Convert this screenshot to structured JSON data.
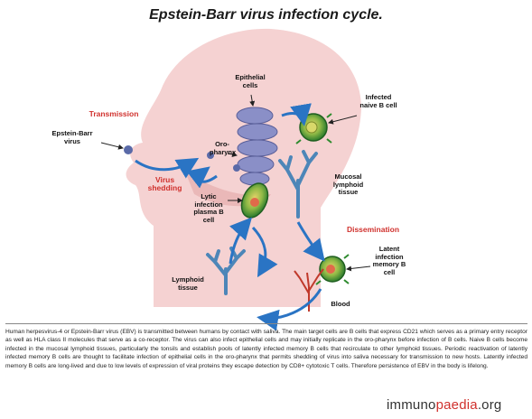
{
  "title": "Epstein-Barr virus infection cycle.",
  "labels": {
    "transmission": "Transmission",
    "epstein_barr_virus": "Epstein-Barr virus",
    "epithelial_cells": "Epithelial cells",
    "oro_pharynx": "Oro-pharynx",
    "infected_naive_b_cell": "Infected naive B cell",
    "mucosal_lymphoid_tissue": "Mucosal lymphoid tissue",
    "virus_shedding": "Virus shedding",
    "lytic_infection_plasma_b_cell": "Lytic infection plasma B cell",
    "dissemination": "Dissemination",
    "latent_infection_memory_b_cell": "Latent infection memory B cell",
    "lymphoid_tissue": "Lymphoid tissue",
    "blood": "Blood"
  },
  "caption": "Human herpesvirus-4 or Epstein-Barr virus (EBV) is transmitted between humans by contact with saliva. The main target cells are B cells that express CD21 which serves as a primary entry receptor as well as HLA class II molecules that serve as a co-receptor. The virus can also infect epithelial cells and may initially replicate in the oro-pharynx before infection of B cells. Naive B cells become infected in the mucosal lymphoid tissues, particularly the tonsils and establish pools of latently infected memory B cells that recirculate to other lymphoid tissues. Periodic reactivation of latently infected memory B cells are thought to facilitate infection of epithelial cells in the oro-pharynx that permits shedding of virus into saliva necessary for transmission to new hosts. Latently infected memory B cells are long-lived and due to low levels of expression of viral proteins they escape detection by CD8+ cytotoxic T cells. Therefore persistence of EBV in the body is lifelong.",
  "brand": {
    "prefix": "immuno",
    "accent": "paedia",
    "suffix": ".org"
  },
  "colors": {
    "skin": "#f5d2d2",
    "arrow": "#2a74c4",
    "accent_red": "#d0312d",
    "cell_green": "#2e8b2e",
    "tissue_blue": "#4d86b8",
    "epithelium": "#8a8fc7"
  }
}
